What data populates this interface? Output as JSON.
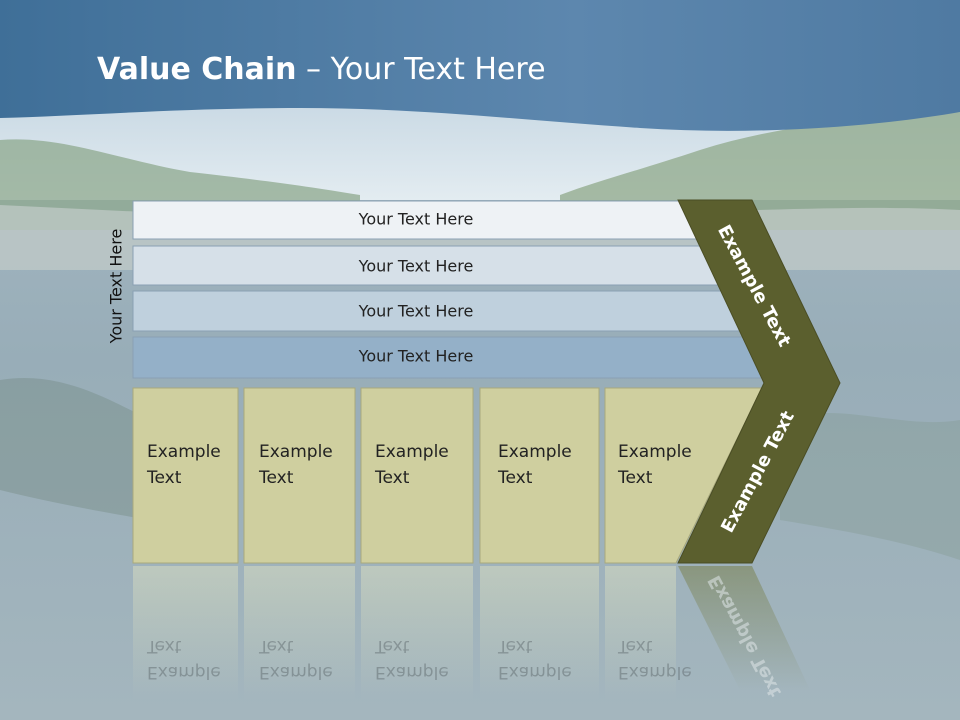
{
  "slide": {
    "title_bold": "Value Chain",
    "title_rest": " – Your Text Here",
    "side_label": "Your Text Here"
  },
  "bands": [
    {
      "label": "Your Text Here",
      "color": "#eef2f5"
    },
    {
      "label": "Your Text Here",
      "color": "#d6e0e8"
    },
    {
      "label": "Your Text Here",
      "color": "#bfd0dd"
    },
    {
      "label": "Your Text Here",
      "color": "#94b0c8"
    }
  ],
  "columns": [
    {
      "line1": "Example",
      "line2": "Text"
    },
    {
      "line1": "Example",
      "line2": "Text"
    },
    {
      "line1": "Example",
      "line2": "Text"
    },
    {
      "line1": "Example",
      "line2": "Text"
    },
    {
      "line1": "Example",
      "line2": "Text"
    }
  ],
  "chevron": {
    "upper_label": "Example Text",
    "lower_label": "Example Text",
    "color": "#5b5f2e"
  },
  "colors": {
    "column_fill": "#cfcf9f",
    "header_blue": "#4c7da8"
  }
}
